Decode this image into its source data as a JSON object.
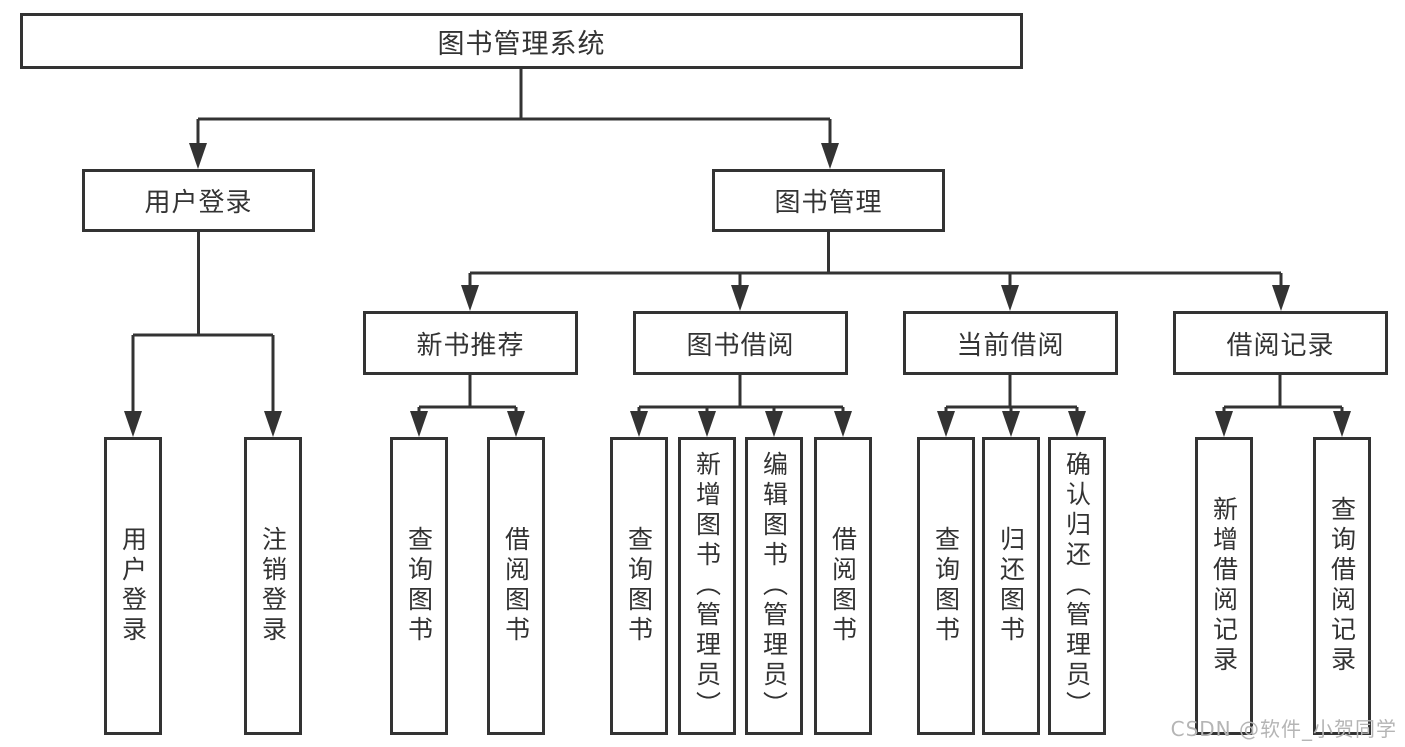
{
  "tree": {
    "root": {
      "label": "图书管理系统"
    },
    "branches": [
      {
        "label": "用户登录",
        "children": [
          {
            "label": "用户登录"
          },
          {
            "label": "注销登录"
          }
        ]
      },
      {
        "label": "图书管理",
        "groups": [
          {
            "label": "新书推荐",
            "children": [
              {
                "label": "查询图书"
              },
              {
                "label": "借阅图书"
              }
            ]
          },
          {
            "label": "图书借阅",
            "children": [
              {
                "label": "查询图书"
              },
              {
                "label": "新增图书（管理员）"
              },
              {
                "label": "编辑图书（管理员）"
              },
              {
                "label": "借阅图书"
              }
            ]
          },
          {
            "label": "当前借阅",
            "children": [
              {
                "label": "查询图书"
              },
              {
                "label": "归还图书"
              },
              {
                "label": "确认归还（管理员）"
              }
            ]
          },
          {
            "label": "借阅记录",
            "children": [
              {
                "label": "新增借阅记录"
              },
              {
                "label": "查询借阅记录"
              }
            ]
          }
        ]
      }
    ]
  },
  "watermark": {
    "text": "CSDN @软件_小贺同学"
  },
  "colors": {
    "line": "#333333",
    "text": "#333333",
    "watermark": "#b5b5b5",
    "background": "#ffffff"
  }
}
